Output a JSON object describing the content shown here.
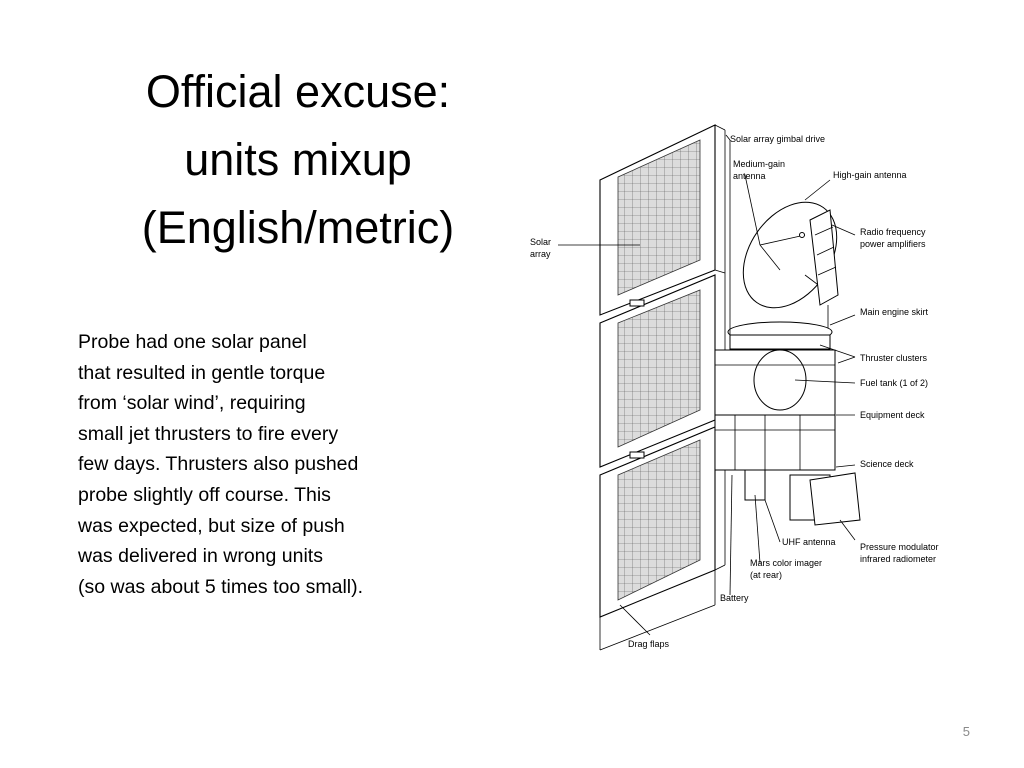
{
  "slide": {
    "title_lines": [
      "Official excuse:",
      "units mixup",
      "(English/metric)"
    ],
    "body_lines": [
      "Probe had one solar panel",
      "that resulted in gentle torque",
      "from ‘solar wind’, requiring",
      "small jet thrusters to fire every",
      "few days. Thrusters also pushed",
      "probe slightly off course. This",
      "was expected, but size of push",
      "was delivered in wrong units",
      "(so was about 5 times too small)."
    ],
    "page_number": "5"
  },
  "diagram": {
    "labels": {
      "solar_array_gimbal_drive": "Solar array gimbal drive",
      "medium_gain_antenna_1": "Medium-gain",
      "medium_gain_antenna_2": "antenna",
      "high_gain_antenna": "High-gain antenna",
      "radio_frequency_1": "Radio frequency",
      "radio_frequency_2": "power amplifiers",
      "solar_array_1": "Solar",
      "solar_array_2": "array",
      "main_engine_skirt": "Main engine skirt",
      "thruster_clusters": "Thruster clusters",
      "fuel_tank": "Fuel tank (1 of 2)",
      "equipment_deck": "Equipment deck",
      "science_deck": "Science deck",
      "uhf_antenna": "UHF antenna",
      "pressure_modulator_1": "Pressure modulator",
      "pressure_modulator_2": "infrared radiometer",
      "mars_color_imager_1": "Mars color imager",
      "mars_color_imager_2": "(at rear)",
      "battery": "Battery",
      "drag_flaps": "Drag flaps"
    }
  }
}
